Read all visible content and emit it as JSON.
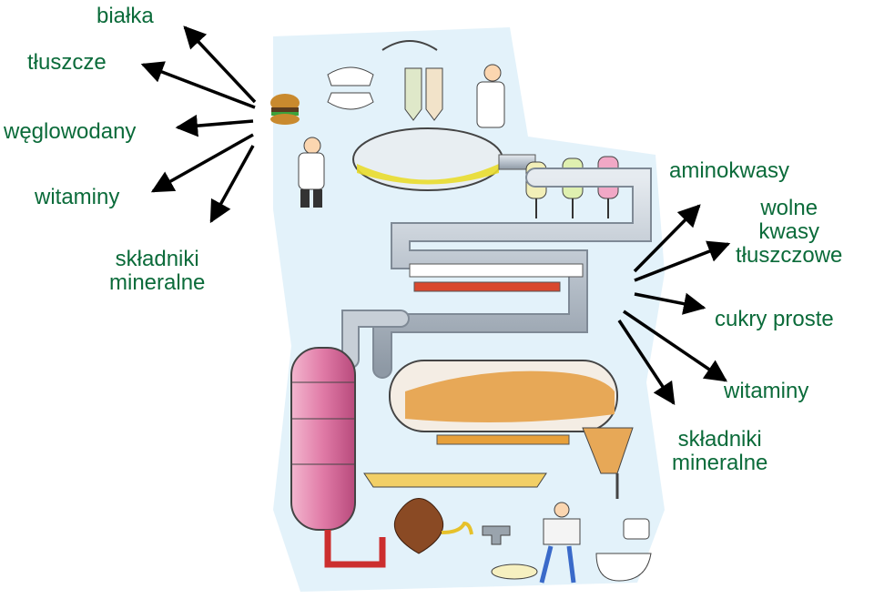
{
  "input_labels": {
    "proteins": "białka",
    "fats": "tłuszcze",
    "carbohydrates": "węglowodany",
    "vitamins": "witaminy",
    "minerals_line1": "składniki",
    "minerals_line2": "mineralne"
  },
  "output_labels": {
    "amino_acids": "aminokwasy",
    "fatty_acids_line1": "wolne",
    "fatty_acids_line2": "kwasy",
    "fatty_acids_line3": "tłuszczowe",
    "simple_sugars": "cukry proste",
    "vitamins": "witaminy",
    "minerals_line1": "składniki",
    "minerals_line2": "mineralne"
  },
  "colors": {
    "label_text": "#0b6b3a",
    "arrow": "#000000",
    "pipe": "#b9c2cc",
    "stomach_fluid": "#e9dc2c",
    "intestine_fill": "#e7a857",
    "tank_pink": "#e07aa6",
    "heart_brown": "#8a4a24",
    "heater_red": "#d9482e"
  },
  "icons": [
    "burger-icon",
    "chef-icon",
    "teeth-icon",
    "scientist-icon",
    "reader-icon",
    "toilet-icon",
    "faucet-icon"
  ]
}
